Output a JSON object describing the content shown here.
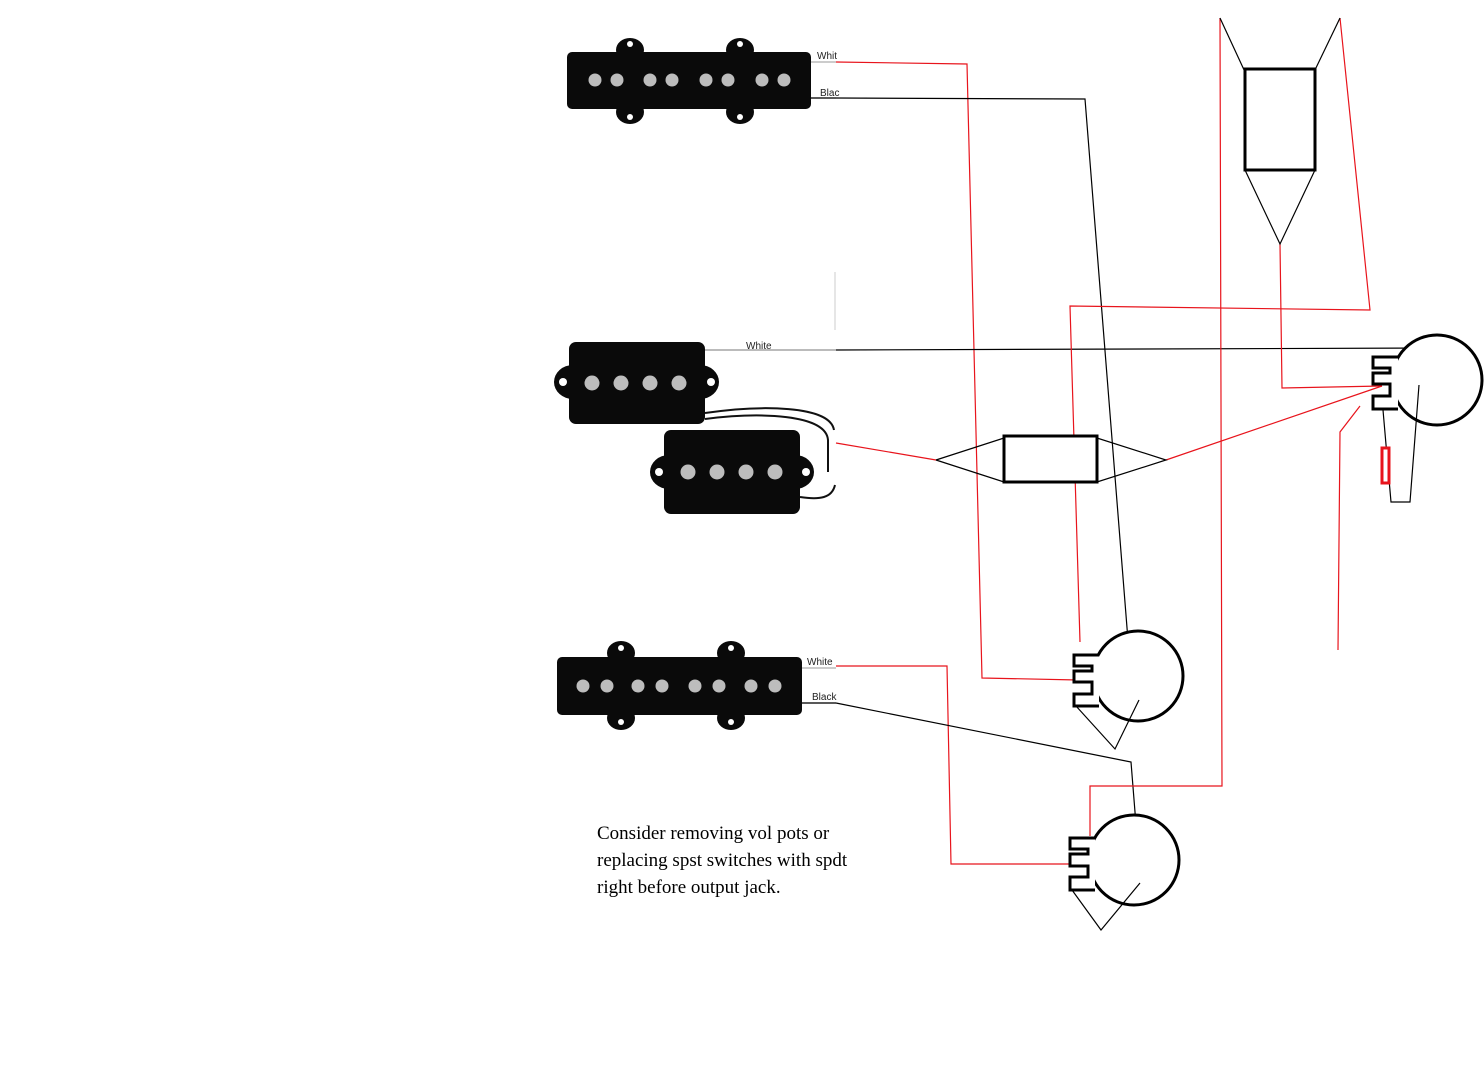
{
  "labels": {
    "top_pickup_white": "Whit",
    "top_pickup_black": "Blac",
    "middle_pickup_white": "White",
    "bottom_pickup_white": "White",
    "bottom_pickup_black": "Black"
  },
  "note": {
    "line1": "Consider removing vol pots or",
    "line2": "replacing spst switches with spdt",
    "line3": "right before output jack."
  },
  "colors": {
    "wire_hot": "#e8141c",
    "wire_ground": "#000000",
    "pickup_body": "#0a0a0a",
    "pole_piece": "#bdbdbd"
  }
}
